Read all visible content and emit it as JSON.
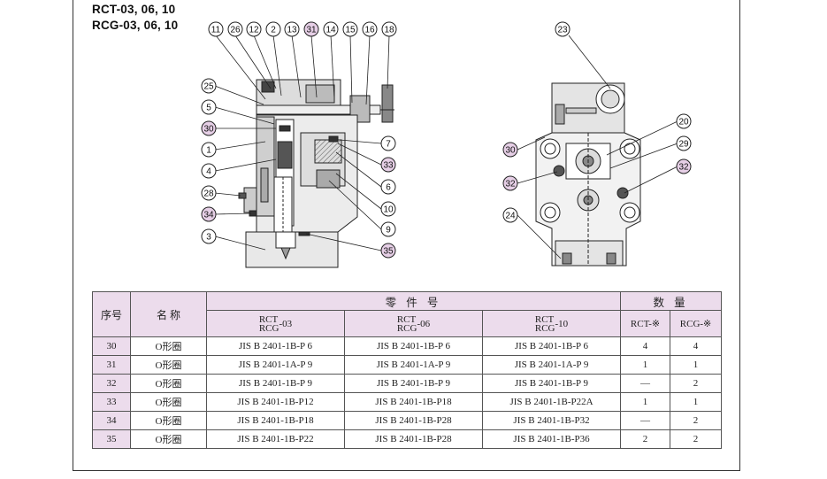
{
  "titles": {
    "line1": "RCT-03, 06, 10",
    "line2": "RCG-03, 06, 10"
  },
  "left_callouts": {
    "top": [
      "11",
      "26",
      "12",
      "2",
      "13",
      "31",
      "14",
      "15",
      "16",
      "18"
    ],
    "left": [
      "25",
      "5",
      "30",
      "1",
      "4",
      "28",
      "34",
      "3"
    ],
    "right": [
      "7",
      "33",
      "6",
      "10",
      "9",
      "35"
    ]
  },
  "right_callouts": [
    "23",
    "20",
    "29",
    "30",
    "32",
    "32",
    "24"
  ],
  "highlighted_callouts": [
    "31",
    "30",
    "33",
    "34",
    "35",
    "32"
  ],
  "table": {
    "headers": {
      "no": "序号",
      "name": "名 称",
      "part_no": "零 件 号",
      "qty": "数 量",
      "rct_line": "RCT",
      "rcg_line": "RCG",
      "size_03": "-03",
      "size_06": "-06",
      "size_10": "-10",
      "qty_rct": "RCT-※",
      "qty_rcg": "RCG-※"
    },
    "rows": [
      {
        "no": "30",
        "name": "O形圈",
        "p03": "JIS B 2401-1B-P 6",
        "p06": "JIS B 2401-1B-P 6",
        "p10": "JIS B 2401-1B-P 6",
        "rct": "4",
        "rcg": "4"
      },
      {
        "no": "31",
        "name": "O形圈",
        "p03": "JIS B 2401-1A-P 9",
        "p06": "JIS B 2401-1A-P 9",
        "p10": "JIS B 2401-1A-P 9",
        "rct": "1",
        "rcg": "1"
      },
      {
        "no": "32",
        "name": "O形圈",
        "p03": "JIS B 2401-1B-P 9",
        "p06": "JIS B 2401-1B-P 9",
        "p10": "JIS B 2401-1B-P 9",
        "rct": "—",
        "rcg": "2"
      },
      {
        "no": "33",
        "name": "O形圈",
        "p03": "JIS B 2401-1B-P12",
        "p06": "JIS B 2401-1B-P18",
        "p10": "JIS B 2401-1B-P22A",
        "rct": "1",
        "rcg": "1"
      },
      {
        "no": "34",
        "name": "O形圈",
        "p03": "JIS B 2401-1B-P18",
        "p06": "JIS B 2401-1B-P28",
        "p10": "JIS B 2401-1B-P32",
        "rct": "—",
        "rcg": "2"
      },
      {
        "no": "35",
        "name": "O形圈",
        "p03": "JIS B 2401-1B-P22",
        "p06": "JIS B 2401-1B-P28",
        "p10": "JIS B 2401-1B-P36",
        "rct": "2",
        "rcg": "2"
      }
    ]
  },
  "colors": {
    "highlight": "#e6cfe6",
    "header_bg": "#ecdcec",
    "line": "#333333"
  }
}
